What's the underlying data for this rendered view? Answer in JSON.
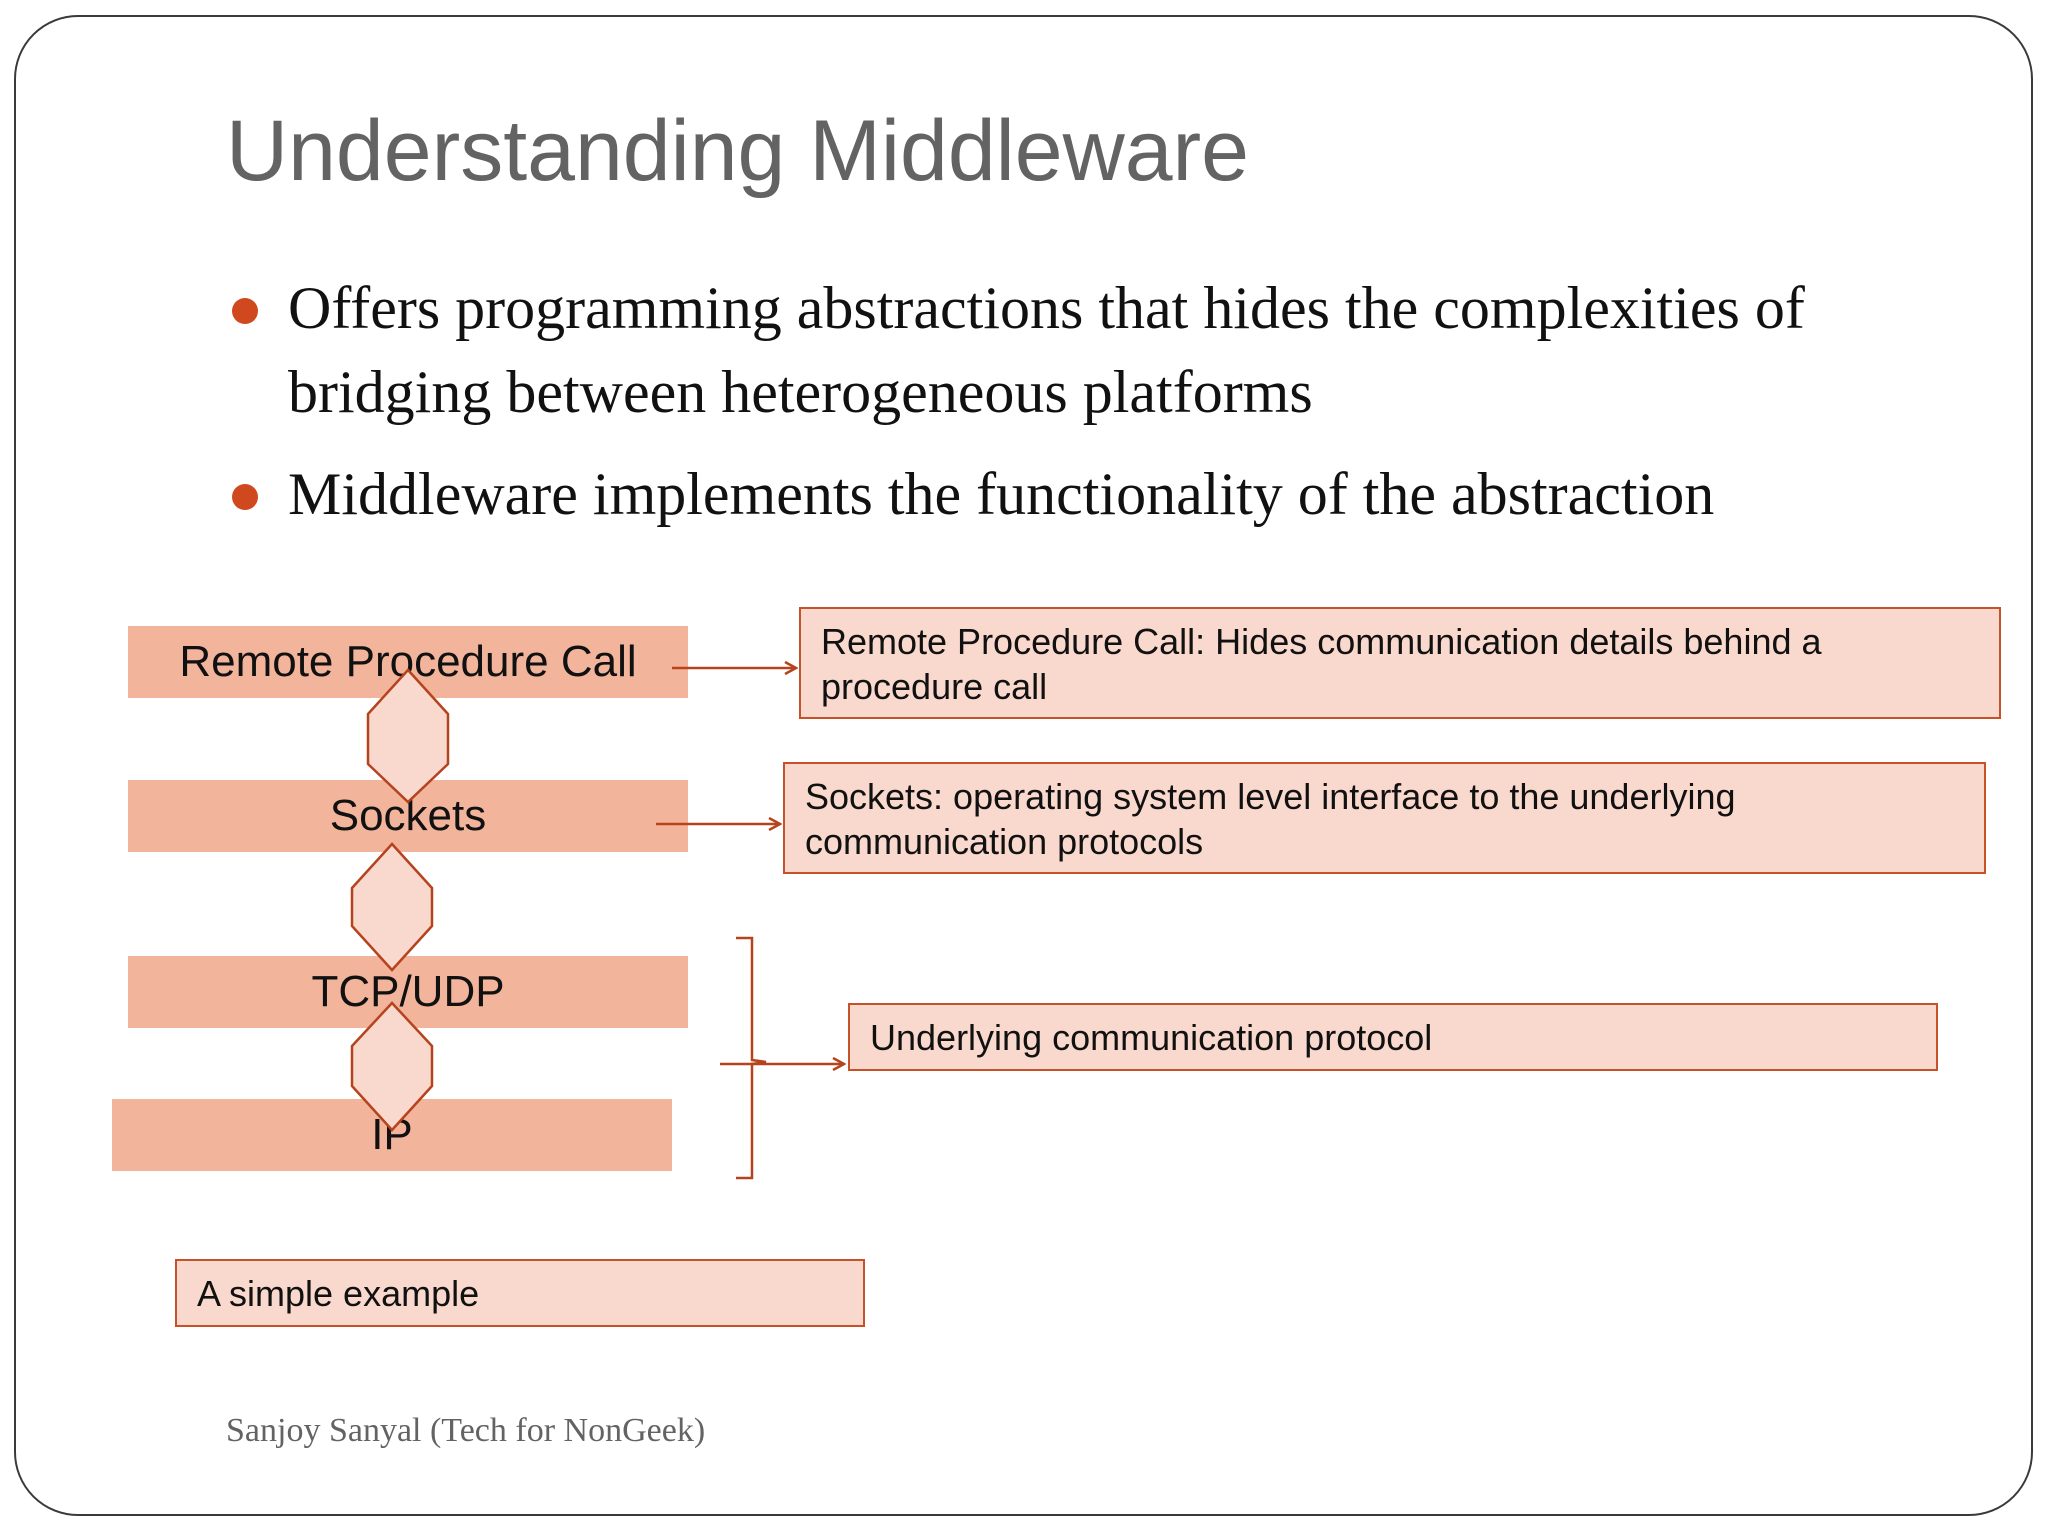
{
  "title": "Understanding Middleware",
  "bullets": [
    "Offers programming abstractions that hides the complexities of bridging between heterogeneous platforms",
    "Middleware implements the functionality of the abstraction"
  ],
  "stack_layers": [
    "Remote Procedure Call",
    "Sockets",
    "TCP/UDP",
    "IP"
  ],
  "callouts": {
    "rpc": "Remote Procedure Call: Hides communication details behind a procedure call",
    "sockets": "Sockets: operating system level interface to the underlying communication protocols",
    "protocol": "Underlying communication protocol",
    "example": "A simple example"
  },
  "footer": "Sanjoy Sanyal (Tech for NonGeek)",
  "colors": {
    "accent": "#d0491e",
    "layer_fill": "#f3b49c",
    "callout_fill": "#f9d8cd",
    "callout_border": "#c6522a",
    "title_text": "#636363"
  }
}
